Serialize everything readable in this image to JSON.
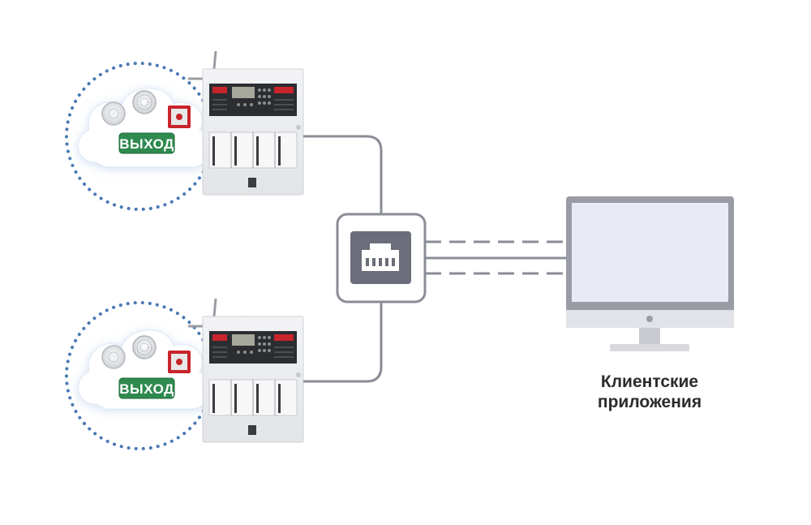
{
  "zones": [
    {
      "exit_sign": "ВЫХОД"
    },
    {
      "exit_sign": "ВЫХОД"
    }
  ],
  "client": {
    "caption_line1": "Клиентские",
    "caption_line2": "приложения"
  },
  "colors": {
    "line": "#8a8d96",
    "dotted": "#4a79b4",
    "exit_green": "#2f8a4f",
    "panel_red": "#c8242b",
    "monitor_frame": "#9a9ca5",
    "monitor_screen": "#e8ebf5",
    "switch_icon": "#6b6e7a"
  },
  "icons": [
    "cloud-icon",
    "smoke-detector-icon",
    "siren-icon",
    "manual-call-point-icon",
    "exit-sign-icon",
    "fire-panel-icon",
    "ethernet-port-icon",
    "monitor-icon"
  ]
}
